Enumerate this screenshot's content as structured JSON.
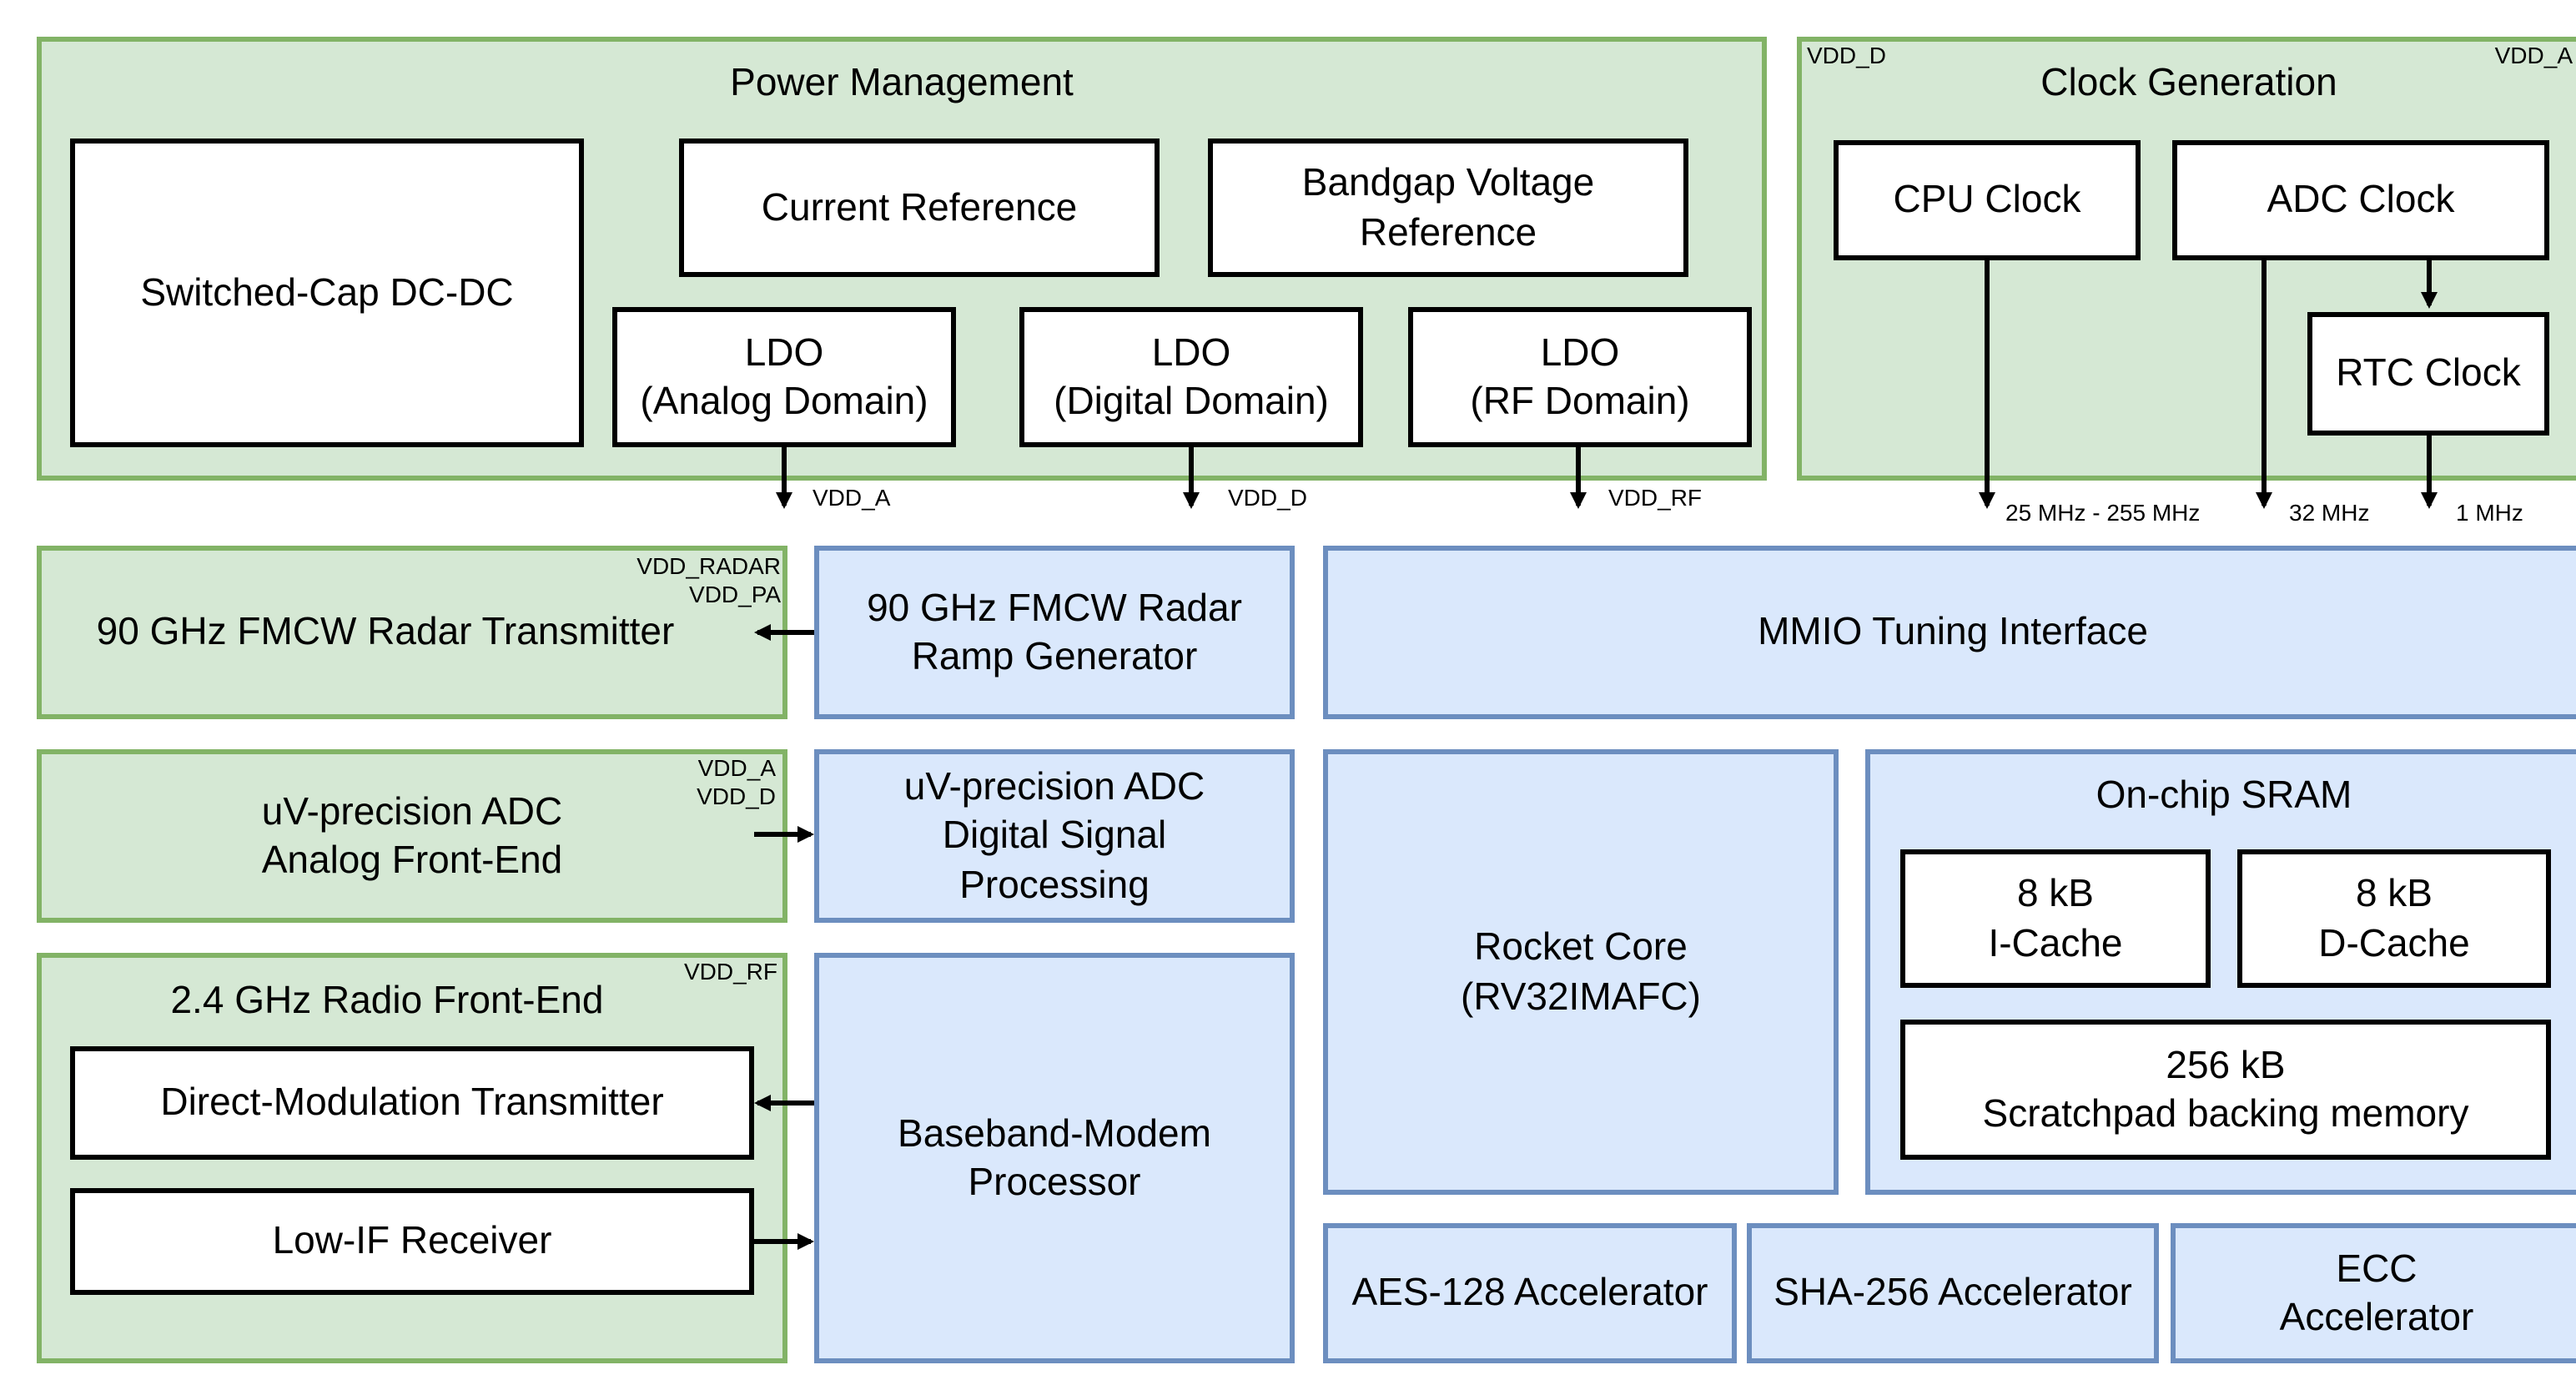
{
  "colors": {
    "green_fill": "#d5e8d4",
    "green_border": "#82b366",
    "blue_fill": "#dae8fc",
    "blue_border": "#6c8ebf",
    "white_fill": "#ffffff",
    "line": "#000000"
  },
  "power_mgmt": {
    "title": "Power Management",
    "switched_cap": "Switched-Cap DC-DC",
    "current_ref": "Current Reference",
    "bandgap": "Bandgap Voltage\nReference",
    "ldo_analog": "LDO\n(Analog Domain)",
    "ldo_digital": "LDO\n(Digital Domain)",
    "ldo_rf": "LDO\n(RF Domain)",
    "out_analog": "VDD_A",
    "out_digital": "VDD_D",
    "out_rf": "VDD_RF"
  },
  "clock_gen": {
    "title": "Clock Generation",
    "supply_left": "VDD_D",
    "supply_right": "VDD_A",
    "cpu_clock": "CPU Clock",
    "adc_clock": "ADC Clock",
    "rtc_clock": "RTC Clock",
    "cpu_freq": "25 MHz - 255 MHz",
    "adc_freq": "32 MHz",
    "rtc_freq": "1 MHz"
  },
  "radar_tx": {
    "label": "90 GHz FMCW Radar Transmitter",
    "supply": "VDD_RADAR\nVDD_PA"
  },
  "radar_ramp": {
    "label": "90 GHz FMCW Radar\nRamp Generator"
  },
  "mmio": {
    "label": "MMIO Tuning Interface"
  },
  "adc_afe": {
    "label": "uV-precision ADC\nAnalog Front-End",
    "supply": "VDD_A\nVDD_D"
  },
  "adc_dsp": {
    "label": "uV-precision ADC\nDigital Signal\nProcessing"
  },
  "rocket": {
    "label": "Rocket Core\n(RV32IMAFC)"
  },
  "sram": {
    "title": "On-chip SRAM",
    "icache": "8 kB\nI-Cache",
    "dcache": "8 kB\nD-Cache",
    "scratchpad": "256 kB\nScratchpad backing memory"
  },
  "radio": {
    "title": "2.4 GHz Radio Front-End",
    "supply": "VDD_RF",
    "transmitter": "Direct-Modulation Transmitter",
    "receiver": "Low-IF Receiver"
  },
  "baseband": {
    "label": "Baseband-Modem\nProcessor"
  },
  "aes": {
    "label": "AES-128 Accelerator"
  },
  "sha": {
    "label": "SHA-256 Accelerator"
  },
  "ecc": {
    "label": "ECC\nAccelerator"
  }
}
